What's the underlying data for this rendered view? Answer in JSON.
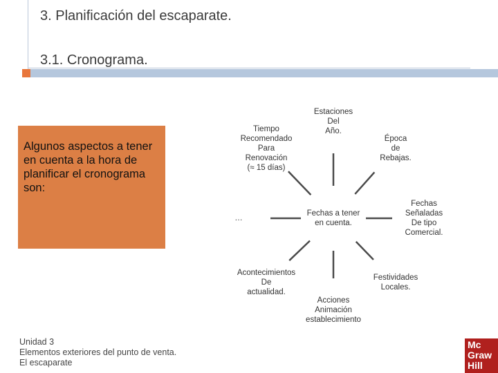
{
  "slide": {
    "title": "3. Planificación del escaparate.",
    "subtitle": "3.1. Cronograma."
  },
  "intro_box": {
    "text": "Algunos aspectos a tener en cuenta a la hora de planificar el cronograma son:",
    "color": "#dc7f45"
  },
  "diagram": {
    "center": [
      "Fechas a tener",
      "en cuenta."
    ],
    "nodes": [
      {
        "id": "estaciones",
        "lines": [
          "Estaciones",
          "Del",
          "Año."
        ]
      },
      {
        "id": "epoca",
        "lines": [
          "Época",
          "de",
          "Rebajas."
        ]
      },
      {
        "id": "fechas",
        "lines": [
          "Fechas",
          "Señaladas",
          "De tipo",
          "Comercial."
        ]
      },
      {
        "id": "festividades",
        "lines": [
          "Festividades",
          "Locales."
        ]
      },
      {
        "id": "acciones",
        "lines": [
          "Acciones",
          "Animación",
          "establecimiento"
        ]
      },
      {
        "id": "acontecimientos",
        "lines": [
          "Acontecimientos",
          "De",
          "actualidad."
        ]
      },
      {
        "id": "otros",
        "lines": [
          "…"
        ]
      },
      {
        "id": "tiempo",
        "lines": [
          "Tiempo",
          "Recomendado",
          "Para",
          "Renovación",
          "(≈ 15 días)"
        ]
      }
    ],
    "circle_fill": "#ffffff",
    "line_color": "#4a4a4a"
  },
  "footer": {
    "line1": "Unidad 3",
    "line2": "Elementos exteriores del punto de venta.",
    "line3": "El escaparate"
  },
  "logo": {
    "lines": [
      "Mc",
      "Graw",
      "Hill"
    ],
    "color": "#b0201e"
  }
}
